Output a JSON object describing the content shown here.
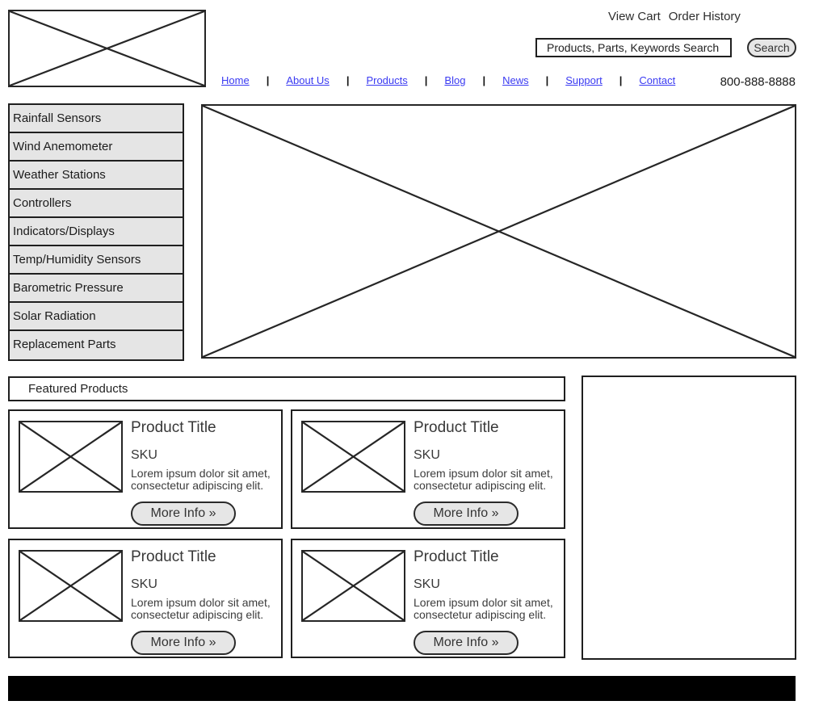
{
  "header": {
    "utility": {
      "view_cart": "View Cart",
      "order_history": "Order History"
    },
    "search": {
      "value": "Products, Parts, Keywords Search",
      "button_label": "Search"
    },
    "phone": "800-888-8888",
    "nav": {
      "separator": "|",
      "items": [
        "Home",
        "About Us",
        "Products",
        "Blog",
        "News",
        "Support",
        "Contact"
      ]
    }
  },
  "sidebar": {
    "items": [
      "Rainfall Sensors",
      "Wind Anemometer",
      "Weather Stations",
      "Controllers",
      "Indicators/Displays",
      "Temp/Humidity Sensors",
      "Barometric Pressure",
      "Solar Radiation",
      "Replacement Parts"
    ]
  },
  "featured": {
    "title": "Featured Products",
    "products": [
      {
        "title": "Product Title",
        "sku": "SKU",
        "description": "Lorem ipsum dolor sit amet, consectetur adipiscing elit.",
        "button_label": "More Info »"
      },
      {
        "title": "Product Title",
        "sku": "SKU",
        "description": "Lorem ipsum dolor sit amet, consectetur adipiscing elit.",
        "button_label": "More Info »"
      },
      {
        "title": "Product Title",
        "sku": "SKU",
        "description": "Lorem ipsum dolor sit amet, consectetur adipiscing elit.",
        "button_label": "More Info »"
      },
      {
        "title": "Product Title",
        "sku": "SKU",
        "description": "Lorem ipsum dolor sit amet, consectetur adipiscing elit.",
        "button_label": "More Info »"
      }
    ]
  },
  "colors": {
    "link_blue": "#3a3af2",
    "panel_gray": "#e5e5e5",
    "button_gray": "#e6e6e6",
    "border_dark": "#1f1f1f",
    "footer_black": "#000000"
  }
}
